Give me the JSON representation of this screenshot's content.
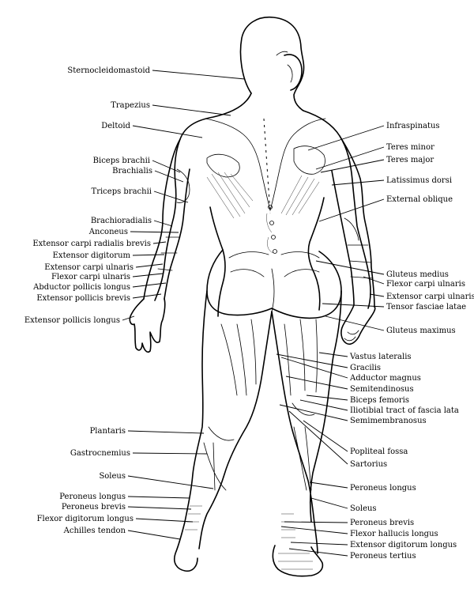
{
  "figure": {
    "labels_left": [
      "Sternocleidomastoid",
      "Trapezius",
      "Deltoid",
      "Biceps brachii",
      "Brachialis",
      "Triceps brachii",
      "Brachioradialis",
      "Anconeus",
      "Extensor carpi radialis brevis",
      "Extensor digitorum",
      "Extensor carpi ulnaris",
      "Flexor carpi ulnaris",
      "Abductor pollicis longus",
      "Extensor pollicis brevis",
      "Extensor pollicis longus",
      "Plantaris",
      "Gastrocnemius",
      "Soleus",
      "Peroneus longus",
      "Peroneus brevis",
      "Flexor digitorum longus",
      "Achilles tendon"
    ],
    "labels_right": [
      "Infraspinatus",
      "Teres minor",
      "Teres major",
      "Latissimus dorsi",
      "External oblique",
      "Gluteus medius",
      "Flexor carpi ulnaris",
      "Extensor carpi ulnaris",
      "Tensor fasciae latae",
      "Gluteus maximus",
      "Vastus lateralis",
      "Gracilis",
      "Adductor magnus",
      "Semitendinosus",
      "Biceps femoris",
      "Iliotibial tract of fascia lata",
      "Semimembranosus",
      "Popliteal fossa",
      "Sartorius",
      "Peroneus longus",
      "Soleus",
      "Peroneus brevis",
      "Flexor hallucis longus",
      "Extensor digitorum longus",
      "Peroneus tertius"
    ]
  }
}
